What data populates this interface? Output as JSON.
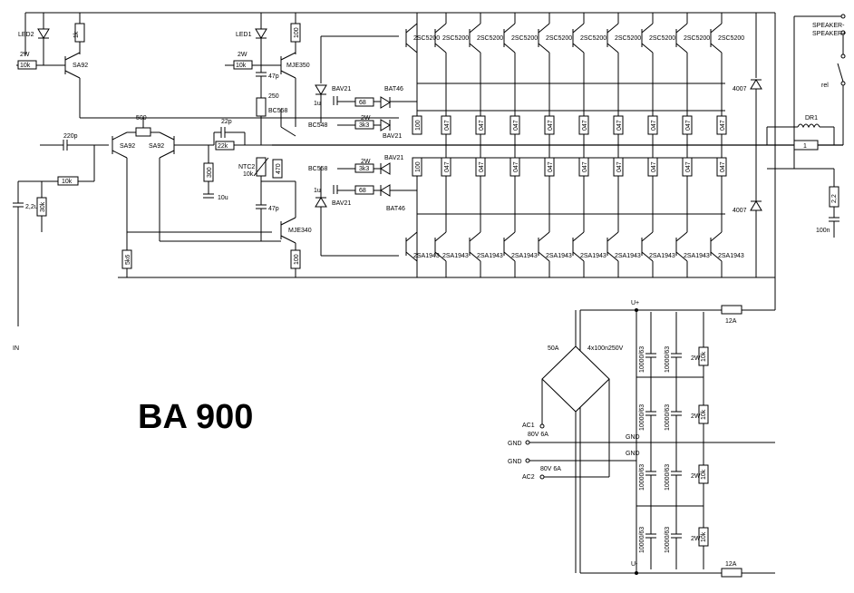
{
  "title": "BA 900",
  "labels": {
    "led2": "LED2",
    "led1": "LED1",
    "r_1k": "1k",
    "r_100": "100",
    "w2a": "2W",
    "r10k_a": "10k",
    "w2b": "2W",
    "r10k_b": "10k",
    "sa92_a": "SA92",
    "sa92_b": "SA92",
    "sa92_c": "SA92",
    "mje350": "MJE350",
    "mje340": "MJE340",
    "c47p_a": "47p",
    "c47p_b": "47p",
    "r250": "250",
    "bc558_a": "BC558",
    "bc558_b": "BC558",
    "bc548": "BC548",
    "c22p": "22p",
    "r22k": "22k",
    "r500": "500",
    "c220p": "220p",
    "r10k_c": "10k",
    "c22u": "2,2u",
    "r30k": "30k",
    "r300": "300",
    "c10u": "10u",
    "ntc2": "NTC2",
    "ntc_10k": "10k",
    "r470": "470",
    "r5k6": "5k6",
    "r100b": "100",
    "bav21_a": "BAV21",
    "bav21_b": "BAV21",
    "bav21_c": "BAV21",
    "bav21_d": "BAV21",
    "bat46_a": "BAT46",
    "bat46_b": "BAT46",
    "c1u_a": "1u",
    "c1u_b": "1u",
    "r68_a": "68",
    "r68_b": "68",
    "w2c": "2W",
    "r3k3_a": "3k3",
    "w2d": "2W",
    "r3k3_b": "3k3",
    "r100_emit_a": "100",
    "r100_emit_b": "100",
    "r047": "047",
    "d4007_a": "4007",
    "d4007_b": "4007",
    "spk_minus": "SPEAKER-",
    "spk_plus": "SPEAKER+",
    "rel": "rel",
    "dr1": "DR1",
    "r1": "1",
    "r22": "2,2",
    "c100n": "100n",
    "in": "IN",
    "uplus": "U+",
    "uminus": "U-",
    "fuse12a_a": "12A",
    "fuse12a_b": "12A",
    "bridge": "50A",
    "bridge_caps": "4x100n250V",
    "ac1": "AC1",
    "ac2": "AC2",
    "v80_a": "80V 6A",
    "v80_b": "80V 6A",
    "gnd_a": "GND",
    "gnd_b": "GND",
    "gnd_c": "GND",
    "gnd_d": "GND",
    "cap10000": "10000/63",
    "w2e": "2W",
    "r10k_psu": "10k"
  },
  "npn_labels": [
    "2SC5200",
    "2SC5200",
    "2SC5200",
    "2SC5200",
    "2SC5200",
    "2SC5200",
    "2SC5200",
    "2SC5200",
    "2SC5200",
    "2SC5200"
  ],
  "pnp_labels": [
    "2SA1943",
    "2SA1943",
    "2SA1943",
    "2SA1943",
    "2SA1943",
    "2SA1943",
    "2SA1943",
    "2SA1943",
    "2SA1943",
    "2SA1943"
  ]
}
